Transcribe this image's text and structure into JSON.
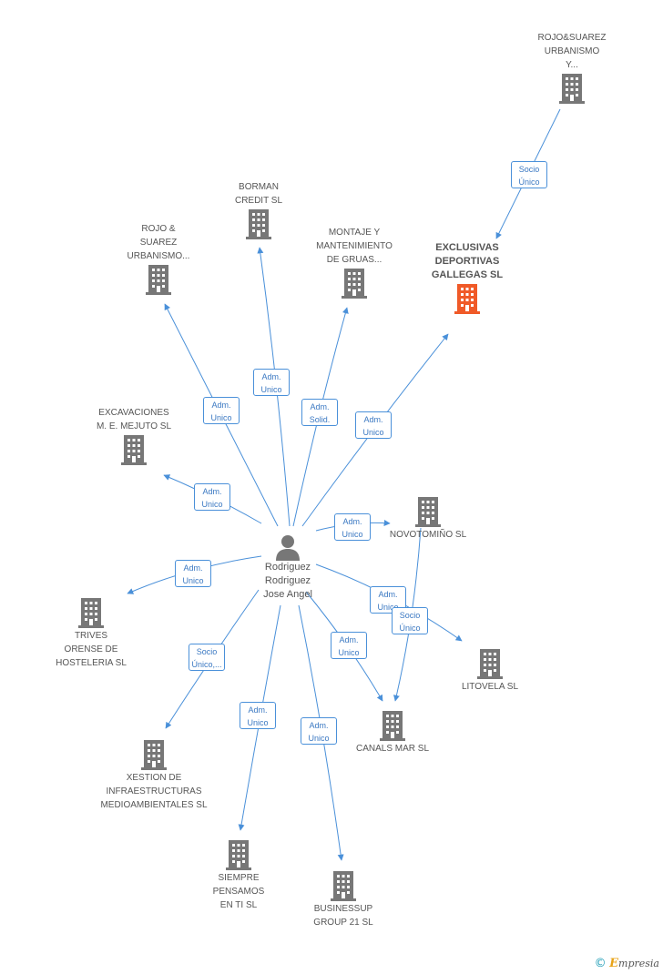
{
  "colors": {
    "building": "#777777",
    "focus_building": "#f05a28",
    "edge": "#4a90d9",
    "person": "#777777"
  },
  "center": {
    "label": "Rodriguez\nRodriguez\nJose Angel",
    "icon": "person-icon"
  },
  "nodes": [
    {
      "id": "rojo-suarez-top",
      "label": "ROJO&SUAREZ\nURBANISMO\nY...",
      "icon": "building-icon"
    },
    {
      "id": "exclusivas",
      "label": "EXCLUSIVAS\nDEPORTIVAS\nGALLEGAS SL",
      "icon": "building-icon",
      "focus": true
    },
    {
      "id": "borman",
      "label": "BORMAN\nCREDIT SL",
      "icon": "building-icon"
    },
    {
      "id": "rojo-suarez",
      "label": "ROJO &\nSUAREZ\nURBANISMO...",
      "icon": "building-icon"
    },
    {
      "id": "montaje",
      "label": "MONTAJE Y\nMANTENIMIENTO\nDE GRUAS...",
      "icon": "building-icon"
    },
    {
      "id": "excavaciones",
      "label": "EXCAVACIONES\nM.  E. MEJUTO SL",
      "icon": "building-icon"
    },
    {
      "id": "novotomino",
      "label": "NOVOTOMIÑO SL",
      "icon": "building-icon"
    },
    {
      "id": "trives",
      "label": "TRIVES\nORENSE DE\nHOSTELERIA SL",
      "icon": "building-icon"
    },
    {
      "id": "litovela",
      "label": "LITOVELA SL",
      "icon": "building-icon"
    },
    {
      "id": "canals",
      "label": "CANALS MAR SL",
      "icon": "building-icon"
    },
    {
      "id": "xestion",
      "label": "XESTION DE\nINFRAESTRUCTURAS\nMEDIOAMBIENTALES SL",
      "icon": "building-icon"
    },
    {
      "id": "siempre",
      "label": "SIEMPRE\nPENSAMOS\nEN TI SL",
      "icon": "building-icon"
    },
    {
      "id": "businessup",
      "label": "BUSINESSUP\nGROUP 21 SL",
      "icon": "building-icon"
    }
  ],
  "edges": [
    {
      "label": "Socio\nÚnico"
    },
    {
      "label": "Adm.\nUnico"
    },
    {
      "label": "Adm.\nUnico"
    },
    {
      "label": "Adm.\nSolid."
    },
    {
      "label": "Adm.\nUnico"
    },
    {
      "label": "Adm.\nUnico"
    },
    {
      "label": "Adm.\nUnico"
    },
    {
      "label": "Adm.\nUnico"
    },
    {
      "label": "Adm.\nUnico"
    },
    {
      "label": "Socio\nÚnico"
    },
    {
      "label": "Adm.\nUnico"
    },
    {
      "label": "Socio\nÚnico,..."
    },
    {
      "label": "Adm.\nUnico"
    },
    {
      "label": "Adm.\nUnico"
    }
  ],
  "brand": {
    "copyright": "©",
    "name": "mpresia",
    "initial": "E"
  }
}
